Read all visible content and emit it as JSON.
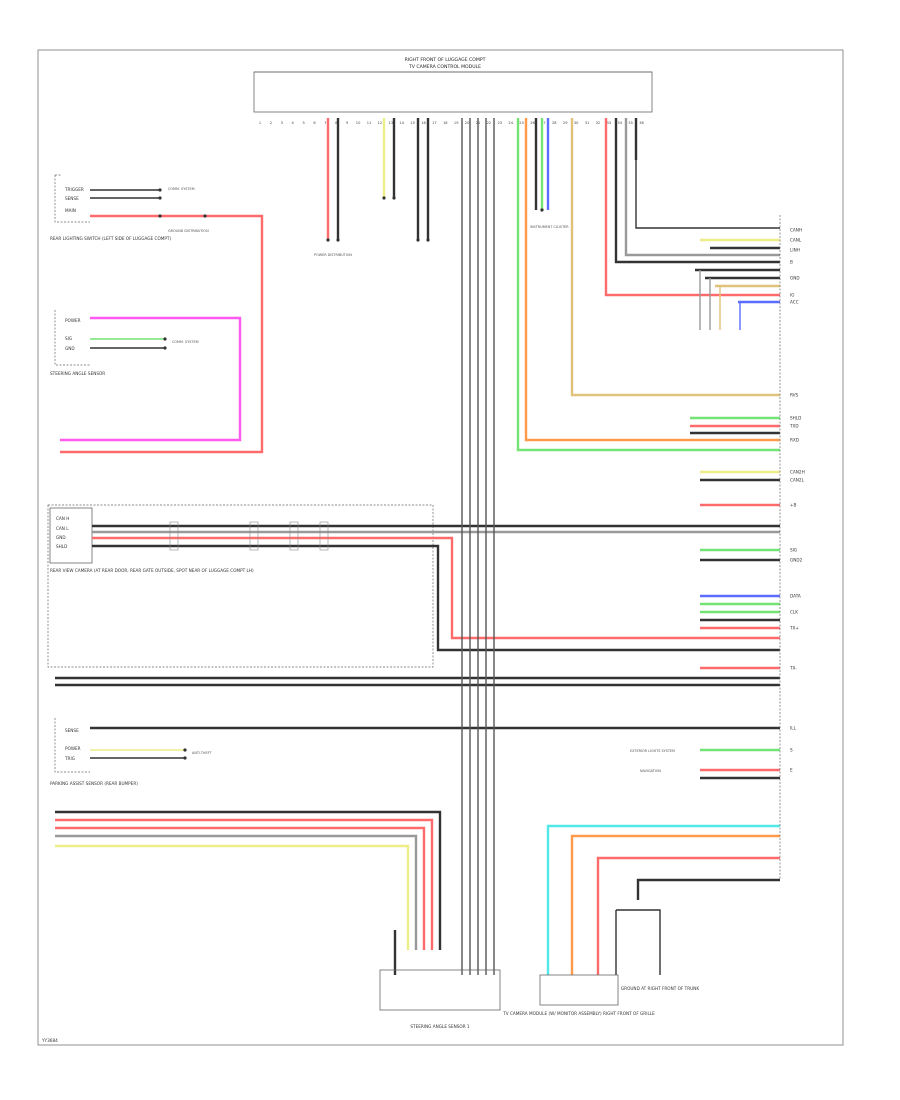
{
  "connectors": {
    "top": {
      "title": "RIGHT FRONT OF LUGGAGE COMPT",
      "subtitle": "TV CAMERA CONTROL MODULE",
      "pins": [
        "1",
        "2",
        "3",
        "4",
        "5",
        "6",
        "7",
        "8",
        "9",
        "10",
        "11",
        "12",
        "13",
        "14",
        "15",
        "16",
        "17",
        "18",
        "19",
        "20",
        "21",
        "22",
        "23",
        "24",
        "25",
        "26",
        "27",
        "28",
        "29",
        "30",
        "31",
        "32",
        "33",
        "34",
        "35",
        "36"
      ]
    },
    "bottom_left": {
      "title": "STEERING ANGLE SENSOR 1"
    },
    "bottom_right": {
      "title": "TV CAMERA MODULE (W/ MONITOR ASSEMBLY) RIGHT FRONT OF GRILLE"
    },
    "ground": {
      "title": "GROUND AT RIGHT FRONT OF TRUNK"
    }
  },
  "left_blocks": [
    {
      "id": "rear-lighting",
      "label": "REAR LIGHTING SWITCH (LEFT SIDE OF LUGGAGE COMPT)",
      "pins": [
        "TRIGGER",
        "SENSE",
        "MAIN"
      ]
    },
    {
      "id": "steering-sensor",
      "label": "STEERING ANGLE SENSOR",
      "pins": [
        "POWER",
        "SIG",
        "GND"
      ]
    },
    {
      "id": "rear-camera",
      "label": "REAR VIEW CAMERA (AT REAR DOOR, REAR GATE OUTSIDE, SPOT NEAR OF LUGGAGE COMPT LH)",
      "pins": [
        "CAN H",
        "CAN L",
        "GND",
        "SHLD"
      ]
    },
    {
      "id": "parking-assist",
      "label": "PARKING ASSIST SENSOR (REAR BUMPER)",
      "pins": [
        "SENSE",
        "POWER",
        "TRIG"
      ]
    }
  ],
  "annotations": {
    "comm_system_1": "COMM. SYSTEM",
    "comm_system_2": "COMM. SYSTEM",
    "power_dist": "POWER DISTRIBUTION",
    "ground_dist": "GROUND DISTRIBUTION",
    "anti_theft": "ANTI-THEFT",
    "exterior_lights": "EXTERIOR LIGHTS SYSTEM",
    "instrument": "INSTRUMENT CLUSTER",
    "nav": "NAVIGATION",
    "page_code": "YY3684"
  },
  "right_pins": [
    "CANH",
    "CANL",
    "LINH",
    "B",
    "GND",
    "IG",
    "ACC",
    "RVS",
    "SHLD",
    "TXD",
    "RXD",
    "CAN2H",
    "CAN2L",
    "+B",
    "SIG",
    "GND2",
    "DATA",
    "CLK",
    "TX+",
    "TX-",
    "ILL",
    "S",
    "E"
  ],
  "colors": {
    "red": "#ff6b6b",
    "pink": "#ff4fa6",
    "magenta": "#ff5af0",
    "green": "#74e374",
    "blue": "#5b6cff",
    "yellow": "#eeee88",
    "orange": "#ff9a4a",
    "black": "#333333",
    "gray": "#999999",
    "cyan": "#52e8e8",
    "tan": "#e0c27a",
    "white": "#dddddd"
  }
}
